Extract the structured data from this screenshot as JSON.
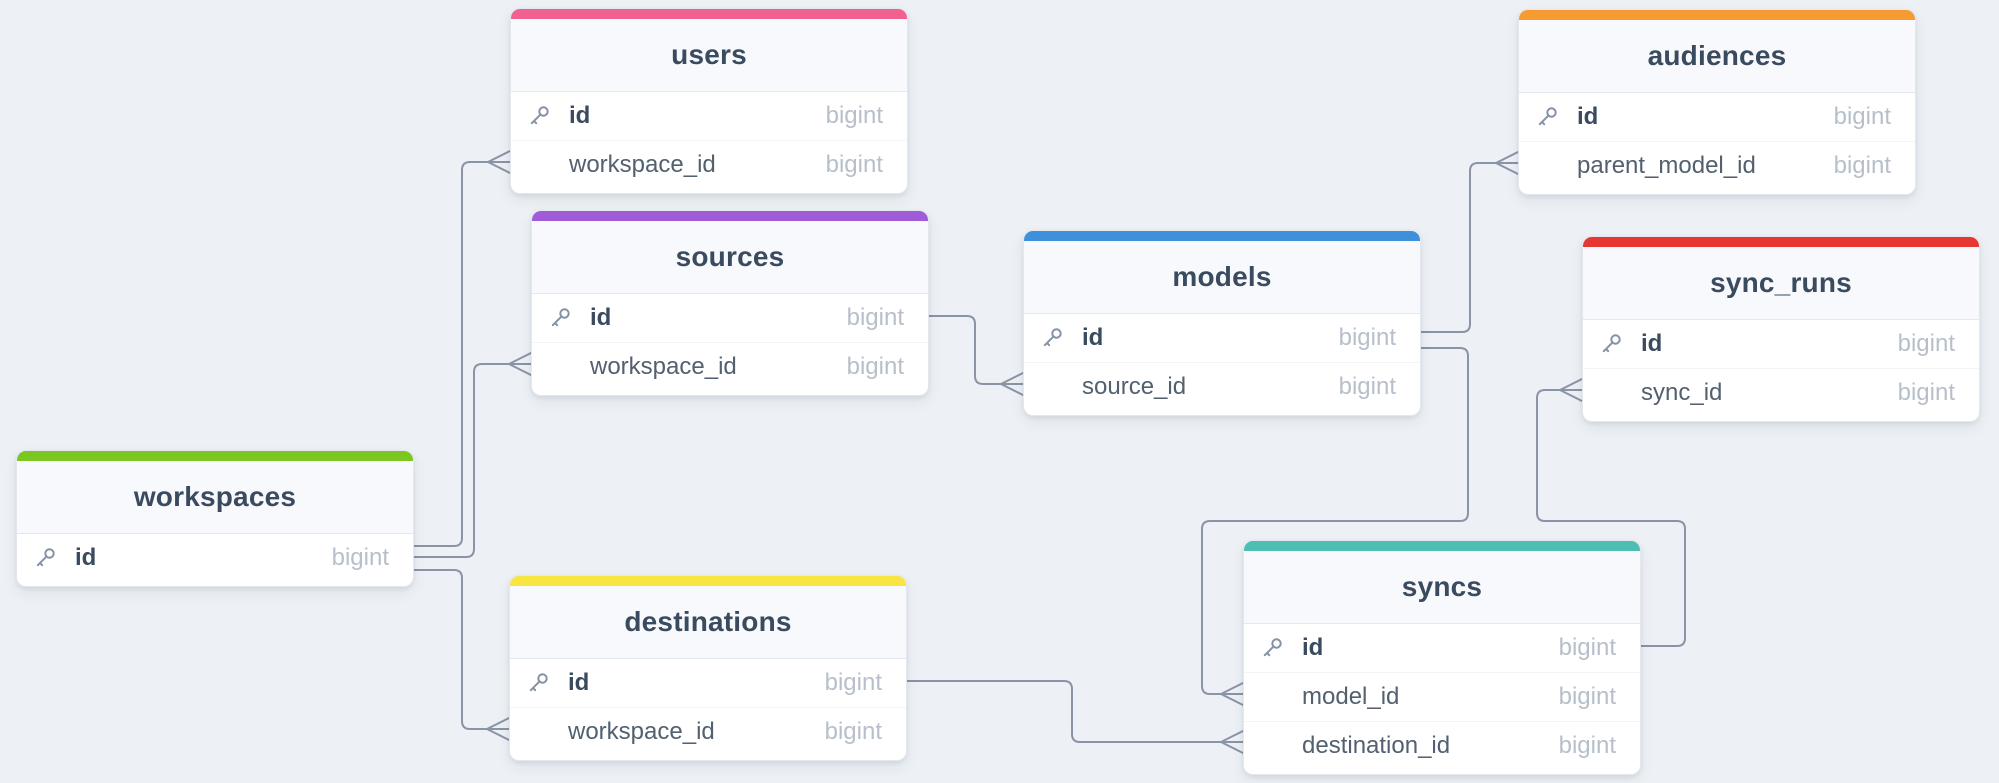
{
  "canvas": {
    "background": "#EDF1F5",
    "connector_color": "#8A94A6",
    "key_icon": "key-icon",
    "field_type_common": "bigint"
  },
  "tables": [
    {
      "name": "users",
      "color": "#F0618F",
      "fields": [
        {
          "key": true,
          "name": "id",
          "type": "bigint"
        },
        {
          "key": false,
          "name": "workspace_id",
          "type": "bigint"
        }
      ]
    },
    {
      "name": "audiences",
      "color": "#F59B31",
      "fields": [
        {
          "key": true,
          "name": "id",
          "type": "bigint"
        },
        {
          "key": false,
          "name": "parent_model_id",
          "type": "bigint"
        }
      ]
    },
    {
      "name": "sources",
      "color": "#A15BD9",
      "fields": [
        {
          "key": true,
          "name": "id",
          "type": "bigint"
        },
        {
          "key": false,
          "name": "workspace_id",
          "type": "bigint"
        }
      ]
    },
    {
      "name": "models",
      "color": "#3D90D9",
      "fields": [
        {
          "key": true,
          "name": "id",
          "type": "bigint"
        },
        {
          "key": false,
          "name": "source_id",
          "type": "bigint"
        }
      ]
    },
    {
      "name": "sync_runs",
      "color": "#E63732",
      "fields": [
        {
          "key": true,
          "name": "id",
          "type": "bigint"
        },
        {
          "key": false,
          "name": "sync_id",
          "type": "bigint"
        }
      ]
    },
    {
      "name": "workspaces",
      "color": "#7CC71F",
      "fields": [
        {
          "key": true,
          "name": "id",
          "type": "bigint"
        }
      ]
    },
    {
      "name": "destinations",
      "color": "#F8E542",
      "fields": [
        {
          "key": true,
          "name": "id",
          "type": "bigint"
        },
        {
          "key": false,
          "name": "workspace_id",
          "type": "bigint"
        }
      ]
    },
    {
      "name": "syncs",
      "color": "#4DBFB2",
      "fields": [
        {
          "key": true,
          "name": "id",
          "type": "bigint"
        },
        {
          "key": false,
          "name": "model_id",
          "type": "bigint"
        },
        {
          "key": false,
          "name": "destination_id",
          "type": "bigint"
        }
      ]
    }
  ],
  "relationships": [
    {
      "from": "workspaces.id",
      "to": "users.workspace_id"
    },
    {
      "from": "workspaces.id",
      "to": "sources.workspace_id"
    },
    {
      "from": "workspaces.id",
      "to": "destinations.workspace_id"
    },
    {
      "from": "sources.id",
      "to": "models.source_id"
    },
    {
      "from": "models.id",
      "to": "audiences.parent_model_id"
    },
    {
      "from": "models.id",
      "to": "syncs.model_id"
    },
    {
      "from": "destinations.id",
      "to": "syncs.destination_id"
    },
    {
      "from": "syncs.id",
      "to": "sync_runs.sync_id"
    }
  ]
}
